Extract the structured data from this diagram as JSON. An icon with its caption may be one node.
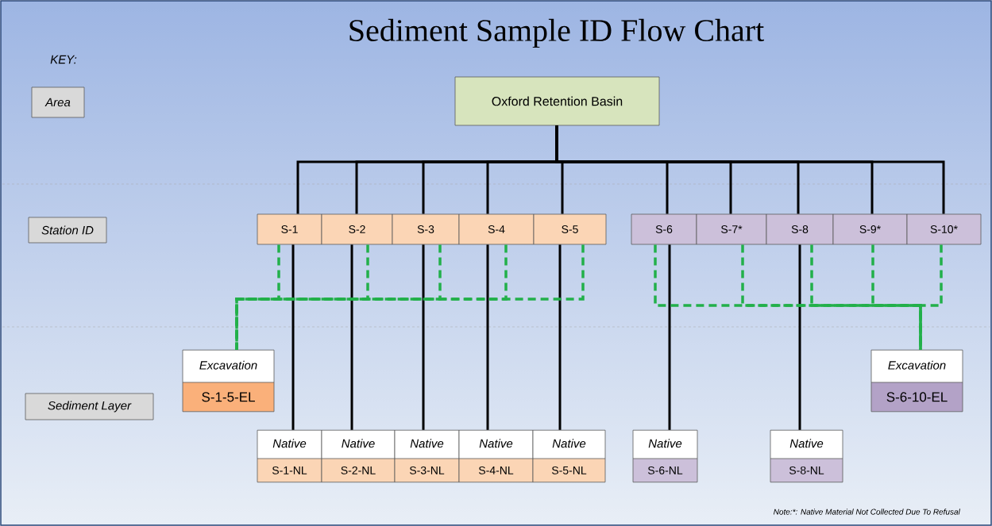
{
  "diagram": {
    "title": "Sediment Sample ID Flow Chart",
    "nodes": [
      {
        "text": [
          "Oxford Retention Basin"
        ]
      },
      {
        "text": [
          "S-1"
        ]
      },
      {
        "text": [
          "S-2"
        ]
      },
      {
        "text": [
          "S-3"
        ]
      },
      {
        "text": [
          "S-4"
        ]
      },
      {
        "text": [
          "S-5"
        ]
      },
      {
        "text": [
          "S-6"
        ]
      },
      {
        "text": [
          "S-7*"
        ]
      },
      {
        "text": [
          "S-8"
        ]
      },
      {
        "text": [
          "S-9*"
        ]
      },
      {
        "text": [
          "S-10*"
        ]
      },
      {
        "text": [
          "Excavation",
          "S-1-5-EL"
        ]
      },
      {
        "text": [
          "Native",
          "S-1-NL"
        ]
      },
      {
        "text": [
          "Native",
          "S-2-NL"
        ]
      },
      {
        "text": [
          "Native",
          "S-3-NL"
        ]
      },
      {
        "text": [
          "Native",
          "S-4-NL"
        ]
      },
      {
        "text": [
          "Native",
          "S-5-NL"
        ]
      },
      {
        "text": [
          "Native",
          "S-6-NL"
        ]
      },
      {
        "text": [
          "Native",
          "S-8-NL"
        ]
      },
      {
        "text": [
          "Excavation",
          "S-6-10-EL"
        ]
      },
      {
        "text": [
          "Area"
        ]
      },
      {
        "text": [
          "Station ID"
        ]
      },
      {
        "text": [
          "Sediment Layer"
        ]
      }
    ],
    "edges": [
      {
        "from": 0,
        "to": 1,
        "arrow": "none"
      },
      {
        "from": 0,
        "to": 2,
        "arrow": "none"
      },
      {
        "from": 0,
        "to": 3,
        "arrow": "none"
      },
      {
        "from": 0,
        "to": 4,
        "arrow": "none"
      },
      {
        "from": 0,
        "to": 5,
        "arrow": "none"
      },
      {
        "from": 0,
        "to": 6,
        "arrow": "none"
      },
      {
        "from": 0,
        "to": 7,
        "arrow": "none"
      },
      {
        "from": 0,
        "to": 8,
        "arrow": "none"
      },
      {
        "from": 0,
        "to": 9,
        "arrow": "none"
      },
      {
        "from": 0,
        "to": 10,
        "arrow": "none"
      },
      {
        "from": 1,
        "to": 12,
        "arrow": "none"
      },
      {
        "from": 2,
        "to": 13,
        "arrow": "none"
      },
      {
        "from": 3,
        "to": 14,
        "arrow": "none"
      },
      {
        "from": 4,
        "to": 15,
        "arrow": "none"
      },
      {
        "from": 5,
        "to": 16,
        "arrow": "none"
      },
      {
        "from": 6,
        "to": 17,
        "arrow": "none"
      },
      {
        "from": 8,
        "to": 18,
        "arrow": "none"
      },
      {
        "from": 1,
        "to": 11,
        "arrow": "none",
        "style": "dashed",
        "color": "#22b04a"
      },
      {
        "from": 2,
        "to": 11,
        "arrow": "none",
        "style": "dashed",
        "color": "#22b04a"
      },
      {
        "from": 3,
        "to": 11,
        "arrow": "none",
        "style": "dashed",
        "color": "#22b04a"
      },
      {
        "from": 4,
        "to": 11,
        "arrow": "none",
        "style": "dashed",
        "color": "#22b04a"
      },
      {
        "from": 5,
        "to": 11,
        "arrow": "none",
        "style": "dashed",
        "color": "#22b04a"
      },
      {
        "from": 6,
        "to": 19,
        "arrow": "none",
        "style": "dashed",
        "color": "#22b04a"
      },
      {
        "from": 7,
        "to": 19,
        "arrow": "none",
        "style": "dashed",
        "color": "#22b04a"
      },
      {
        "from": 8,
        "to": 19,
        "arrow": "none",
        "style": "dashed",
        "color": "#22b04a"
      },
      {
        "from": 9,
        "to": 19,
        "arrow": "none",
        "style": "dashed",
        "color": "#22b04a"
      },
      {
        "from": 10,
        "to": 19,
        "arrow": "none",
        "style": "dashed",
        "color": "#22b04a"
      }
    ],
    "labels": [
      "KEY:",
      "Note:*: Native Material Not Collected Due To Refusal"
    ]
  }
}
